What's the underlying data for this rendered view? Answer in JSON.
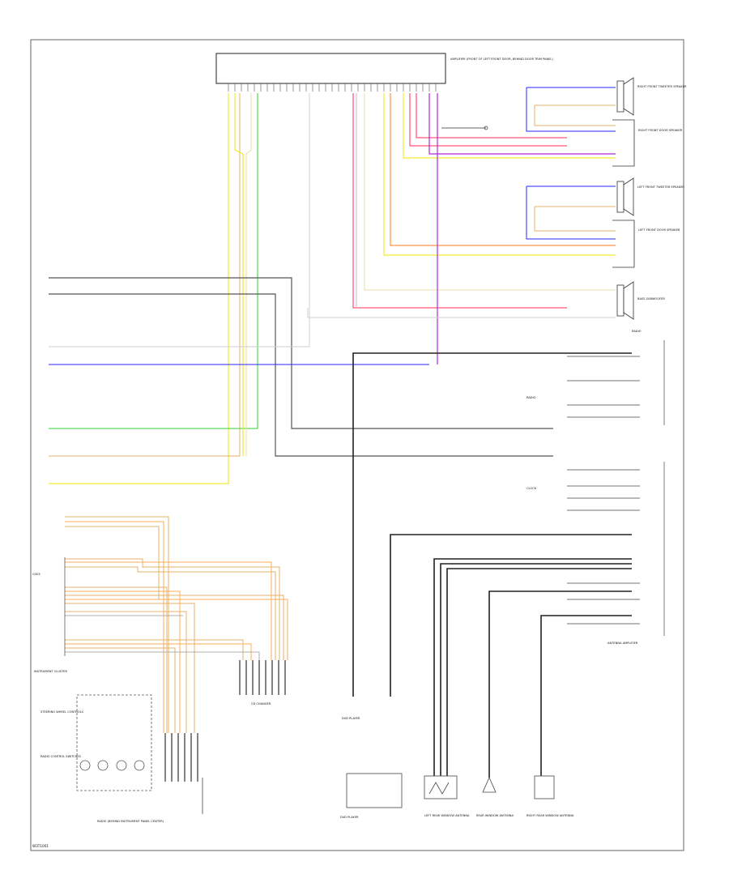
{
  "page": {
    "corner_id": "W3T1001"
  },
  "modules": {
    "amplifier_title": "AMPLIFIER (FRONT OF LEFT FRONT DOOR, BEHIND DOOR TRIM PANEL)",
    "ground_label": "G303"
  },
  "speakers": {
    "rf_tweeter": "RIGHT FRONT TWEETER SPEAKER",
    "rf_door": "RIGHT FRONT DOOR SPEAKER",
    "lf_tweeter": "LEFT FRONT TWEETER SPEAKER",
    "lf_door": "LEFT FRONT DOOR SPEAKER",
    "bass": "BASS SUBWOOFER"
  },
  "connectors": {
    "c2_top": "RADIO (BEHIND INSTRUMENT PANEL CENTER)",
    "cd_changer": "CD CHANGER",
    "instrument_cluster": "INSTRUMENT CLUSTER",
    "antenna_amp": "ANTENNA AMPLIFIER",
    "radio_side_1": "RADIO",
    "radio_side_2": "CLOCK"
  },
  "bottom": {
    "dvd_label": "DVD PLAYER",
    "lr_antenna": "LEFT REAR WINDOW ANTENNA",
    "rear_antenna": "REAR WINDOW ANTENNA",
    "rr_antenna": "RIGHT REAR WINDOW ANTENNA",
    "steering": "STEERING WHEEL CONTROLS",
    "radio_control": "RADIO CONTROL SWITCHES"
  },
  "wire_colors": {
    "yellow": "#f2e600",
    "green": "#2fd02f",
    "blue": "#2a2aff",
    "red": "#ff2a5a",
    "magenta": "#b02ad8",
    "orange": "#ff7a1a",
    "tan": "#e6b06a",
    "black": "#222222",
    "gray": "#9a9a9a",
    "lightgray": "#cfcfcf",
    "cream": "#e8dca8"
  }
}
